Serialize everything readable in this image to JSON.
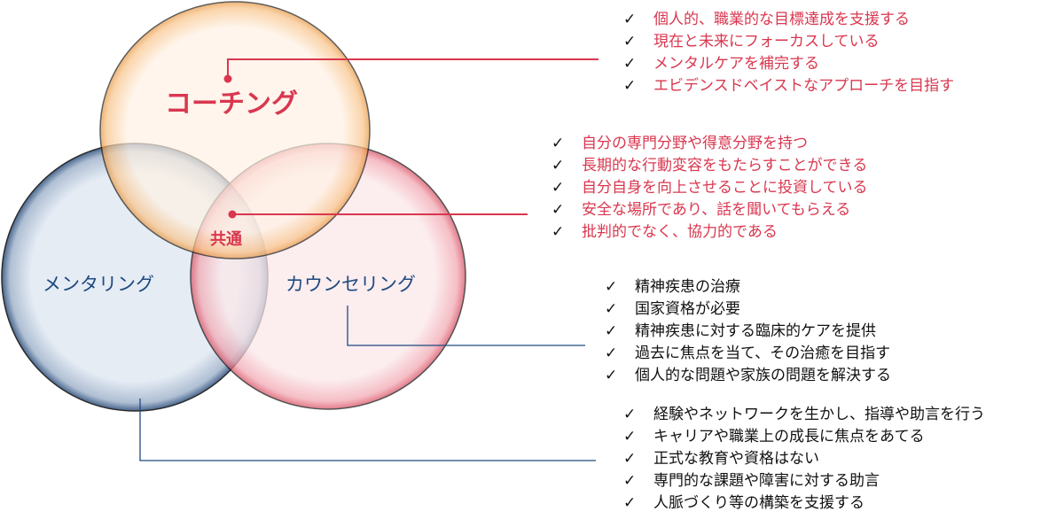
{
  "circles": {
    "coaching": {
      "label": "コーチング",
      "color": "#f5a04a"
    },
    "mentoring": {
      "label": "メンタリング",
      "color": "#1f4a80"
    },
    "counseling": {
      "label": "カウンセリング",
      "color": "#e0566a"
    },
    "common": {
      "label": "共通"
    }
  },
  "colors": {
    "accent_red": "#d9374f",
    "navy": "#1f4a80"
  },
  "check_icon": "check-icon",
  "lists": {
    "coaching": [
      "個人的、職業的な目標達成を支援する",
      "現在と未来にフォーカスしている",
      "メンタルケアを補完する",
      "エビデンスドベイストなアプローチを目指す"
    ],
    "common": [
      "自分の専門分野や得意分野を持つ",
      "長期的な行動変容をもたらすことができる",
      "自分自身を向上させることに投資している",
      "安全な場所であり、話を聞いてもらえる",
      "批判的でなく、協力的である"
    ],
    "counseling": [
      "精神疾患の治療",
      "国家資格が必要",
      "精神疾患に対する臨床的ケアを提供",
      "過去に焦点を当て、その治癒を目指す",
      "個人的な問題や家族の問題を解決する"
    ],
    "mentoring": [
      "経験やネットワークを生かし、指導や助言を行う",
      "キャリアや職業上の成長に焦点をあてる",
      "正式な教育や資格はない",
      "専門的な課題や障害に対する助言",
      "人脈づくり等の構築を支援する"
    ]
  }
}
